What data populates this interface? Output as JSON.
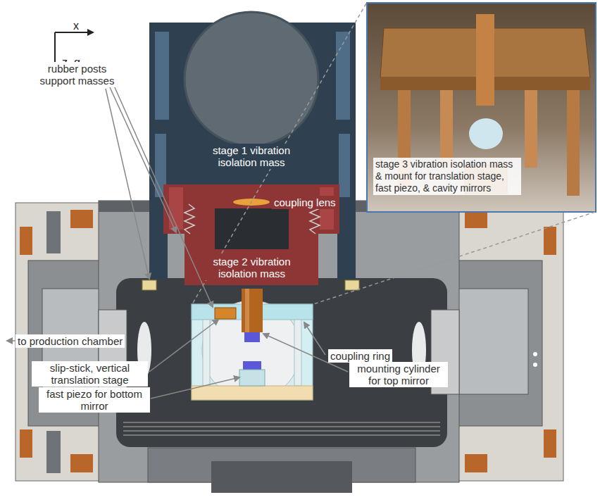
{
  "diagram": {
    "labels": [
      "x",
      "z, g",
      "stage 1 vibration isolation mass",
      "coupling lens",
      "rubber posts support masses",
      "stage 2 vibration isolation mass",
      "slip-stick, vertical translation stage",
      "coupling ring",
      "mounting cylinder for top mirror",
      "fast piezo for bottom mirror",
      "to production chamber",
      "stage 3 vibration isolation mass & mount for translation stage, fast piezo, & cavity mirrors"
    ]
  }
}
